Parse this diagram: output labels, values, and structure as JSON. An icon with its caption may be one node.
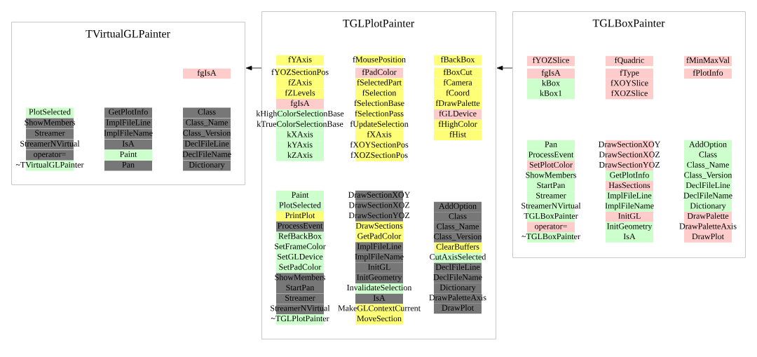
{
  "diagram": {
    "nodes": [
      {
        "text": [
          "TVirtualGLPainter"
        ]
      },
      {
        "text": [
          "fgIsA"
        ],
        "in": 0
      },
      {
        "text": [
          "PlotSelected"
        ],
        "in": 0
      },
      {
        "text": [
          "ShowMembers"
        ],
        "in": 0
      },
      {
        "text": [
          "Streamer"
        ],
        "in": 0
      },
      {
        "text": [
          "StreamerNVirtual"
        ],
        "in": 0
      },
      {
        "text": [
          "operator="
        ],
        "in": 0
      },
      {
        "text": [
          "~TVirtualGLPainter"
        ],
        "in": 0
      },
      {
        "text": [
          "GetPlotInfo"
        ],
        "in": 0
      },
      {
        "text": [
          "ImplFileLine"
        ],
        "in": 0
      },
      {
        "text": [
          "ImplFileName"
        ],
        "in": 0
      },
      {
        "text": [
          "IsA"
        ],
        "in": 0
      },
      {
        "text": [
          "Paint"
        ],
        "in": 0
      },
      {
        "text": [
          "Pan"
        ],
        "in": 0
      },
      {
        "text": [
          "Class"
        ],
        "in": 0
      },
      {
        "text": [
          "Class_Name"
        ],
        "in": 0
      },
      {
        "text": [
          "Class_Version"
        ],
        "in": 0
      },
      {
        "text": [
          "DeclFileLine"
        ],
        "in": 0
      },
      {
        "text": [
          "DeclFileName"
        ],
        "in": 0
      },
      {
        "text": [
          "Dictionary"
        ],
        "in": 0
      },
      {
        "text": [
          "TGLPlotPainter"
        ]
      },
      {
        "text": [
          "fYAxis"
        ],
        "in": 20
      },
      {
        "text": [
          "fYOZSectionPos"
        ],
        "in": 20
      },
      {
        "text": [
          "fZAxis"
        ],
        "in": 20
      },
      {
        "text": [
          "fZLevels"
        ],
        "in": 20
      },
      {
        "text": [
          "fgIsA"
        ],
        "in": 20
      },
      {
        "text": [
          "kHighColorSelectionBase"
        ],
        "in": 20
      },
      {
        "text": [
          "kTrueColorSelectionBase"
        ],
        "in": 20
      },
      {
        "text": [
          "kXAxis"
        ],
        "in": 20
      },
      {
        "text": [
          "kYAxis"
        ],
        "in": 20
      },
      {
        "text": [
          "kZAxis"
        ],
        "in": 20
      },
      {
        "text": [
          "fMousePosition"
        ],
        "in": 20
      },
      {
        "text": [
          "fPadColor"
        ],
        "in": 20
      },
      {
        "text": [
          "fSelectedPart"
        ],
        "in": 20
      },
      {
        "text": [
          "fSelection"
        ],
        "in": 20
      },
      {
        "text": [
          "fSelectionBase"
        ],
        "in": 20
      },
      {
        "text": [
          "fSelectionPass"
        ],
        "in": 20
      },
      {
        "text": [
          "fUpdateSelection"
        ],
        "in": 20
      },
      {
        "text": [
          "fXAxis"
        ],
        "in": 20
      },
      {
        "text": [
          "fXOYSectionPos"
        ],
        "in": 20
      },
      {
        "text": [
          "fXOZSectionPos"
        ],
        "in": 20
      },
      {
        "text": [
          "fBackBox"
        ],
        "in": 20
      },
      {
        "text": [
          "fBoxCut"
        ],
        "in": 20
      },
      {
        "text": [
          "fCamera"
        ],
        "in": 20
      },
      {
        "text": [
          "fCoord"
        ],
        "in": 20
      },
      {
        "text": [
          "fDrawPalette"
        ],
        "in": 20
      },
      {
        "text": [
          "fGLDevice"
        ],
        "in": 20
      },
      {
        "text": [
          "fHighColor"
        ],
        "in": 20
      },
      {
        "text": [
          "fHist"
        ],
        "in": 20
      },
      {
        "text": [
          "Paint"
        ],
        "in": 20
      },
      {
        "text": [
          "PlotSelected"
        ],
        "in": 20
      },
      {
        "text": [
          "PrintPlot"
        ],
        "in": 20
      },
      {
        "text": [
          "ProcessEvent"
        ],
        "in": 20
      },
      {
        "text": [
          "RefBackBox"
        ],
        "in": 20
      },
      {
        "text": [
          "SetFrameColor"
        ],
        "in": 20
      },
      {
        "text": [
          "SetGLDevice"
        ],
        "in": 20
      },
      {
        "text": [
          "SetPadColor"
        ],
        "in": 20
      },
      {
        "text": [
          "ShowMembers"
        ],
        "in": 20
      },
      {
        "text": [
          "StartPan"
        ],
        "in": 20
      },
      {
        "text": [
          "Streamer"
        ],
        "in": 20
      },
      {
        "text": [
          "StreamerNVirtual"
        ],
        "in": 20
      },
      {
        "text": [
          "~TGLPlotPainter"
        ],
        "in": 20
      },
      {
        "text": [
          "DrawSectionXOY"
        ],
        "in": 20
      },
      {
        "text": [
          "DrawSectionXOZ"
        ],
        "in": 20
      },
      {
        "text": [
          "DrawSectionYOZ"
        ],
        "in": 20
      },
      {
        "text": [
          "DrawSections"
        ],
        "in": 20
      },
      {
        "text": [
          "GetPadColor"
        ],
        "in": 20
      },
      {
        "text": [
          "ImplFileLine"
        ],
        "in": 20
      },
      {
        "text": [
          "ImplFileName"
        ],
        "in": 20
      },
      {
        "text": [
          "InitGL"
        ],
        "in": 20
      },
      {
        "text": [
          "InitGeometry"
        ],
        "in": 20
      },
      {
        "text": [
          "InvalidateSelection"
        ],
        "in": 20
      },
      {
        "text": [
          "IsA"
        ],
        "in": 20
      },
      {
        "text": [
          "MakeGLContextCurrent"
        ],
        "in": 20
      },
      {
        "text": [
          "MoveSection"
        ],
        "in": 20
      },
      {
        "text": [
          "AddOption"
        ],
        "in": 20
      },
      {
        "text": [
          "Class"
        ],
        "in": 20
      },
      {
        "text": [
          "Class_Name"
        ],
        "in": 20
      },
      {
        "text": [
          "Class_Version"
        ],
        "in": 20
      },
      {
        "text": [
          "ClearBuffers"
        ],
        "in": 20
      },
      {
        "text": [
          "CutAxisSelected"
        ],
        "in": 20
      },
      {
        "text": [
          "DeclFileLine"
        ],
        "in": 20
      },
      {
        "text": [
          "DeclFileName"
        ],
        "in": 20
      },
      {
        "text": [
          "Dictionary"
        ],
        "in": 20
      },
      {
        "text": [
          "DrawPaletteAxis"
        ],
        "in": 20
      },
      {
        "text": [
          "DrawPlot"
        ],
        "in": 20
      },
      {
        "text": [
          "TGLBoxPainter"
        ]
      },
      {
        "text": [
          "fYOZSlice"
        ],
        "in": 86
      },
      {
        "text": [
          "fgIsA"
        ],
        "in": 86
      },
      {
        "text": [
          "kBox"
        ],
        "in": 86
      },
      {
        "text": [
          "kBox1"
        ],
        "in": 86
      },
      {
        "text": [
          "fQuadric"
        ],
        "in": 86
      },
      {
        "text": [
          "fType"
        ],
        "in": 86
      },
      {
        "text": [
          "fXOYSlice"
        ],
        "in": 86
      },
      {
        "text": [
          "fXOZSlice"
        ],
        "in": 86
      },
      {
        "text": [
          "fMinMaxVal"
        ],
        "in": 86
      },
      {
        "text": [
          "fPlotInfo"
        ],
        "in": 86
      },
      {
        "text": [
          "Pan"
        ],
        "in": 86
      },
      {
        "text": [
          "ProcessEvent"
        ],
        "in": 86
      },
      {
        "text": [
          "SetPlotColor"
        ],
        "in": 86
      },
      {
        "text": [
          "ShowMembers"
        ],
        "in": 86
      },
      {
        "text": [
          "StartPan"
        ],
        "in": 86
      },
      {
        "text": [
          "Streamer"
        ],
        "in": 86
      },
      {
        "text": [
          "StreamerNVirtual"
        ],
        "in": 86
      },
      {
        "text": [
          "TGLBoxPainter"
        ],
        "in": 86
      },
      {
        "text": [
          "operator="
        ],
        "in": 86
      },
      {
        "text": [
          "~TGLBoxPainter"
        ],
        "in": 86
      },
      {
        "text": [
          "DrawSectionXOY"
        ],
        "in": 86
      },
      {
        "text": [
          "DrawSectionXOZ"
        ],
        "in": 86
      },
      {
        "text": [
          "DrawSectionYOZ"
        ],
        "in": 86
      },
      {
        "text": [
          "GetPlotInfo"
        ],
        "in": 86
      },
      {
        "text": [
          "HasSections"
        ],
        "in": 86
      },
      {
        "text": [
          "ImplFileLine"
        ],
        "in": 86
      },
      {
        "text": [
          "ImplFileName"
        ],
        "in": 86
      },
      {
        "text": [
          "InitGL"
        ],
        "in": 86
      },
      {
        "text": [
          "InitGeometry"
        ],
        "in": 86
      },
      {
        "text": [
          "IsA"
        ],
        "in": 86
      },
      {
        "text": [
          "AddOption"
        ],
        "in": 86
      },
      {
        "text": [
          "Class"
        ],
        "in": 86
      },
      {
        "text": [
          "Class_Name"
        ],
        "in": 86
      },
      {
        "text": [
          "Class_Version"
        ],
        "in": 86
      },
      {
        "text": [
          "DeclFileLine"
        ],
        "in": 86
      },
      {
        "text": [
          "DeclFileName"
        ],
        "in": 86
      },
      {
        "text": [
          "Dictionary"
        ],
        "in": 86
      },
      {
        "text": [
          "DrawPalette"
        ],
        "in": 86
      },
      {
        "text": [
          "DrawPaletteAxis"
        ],
        "in": 86
      },
      {
        "text": [
          "DrawPlot"
        ],
        "in": 86
      }
    ],
    "edges": [
      {
        "from": 86,
        "to": 20,
        "arrow": "to"
      },
      {
        "from": 20,
        "to": 0,
        "arrow": "to"
      }
    ]
  }
}
